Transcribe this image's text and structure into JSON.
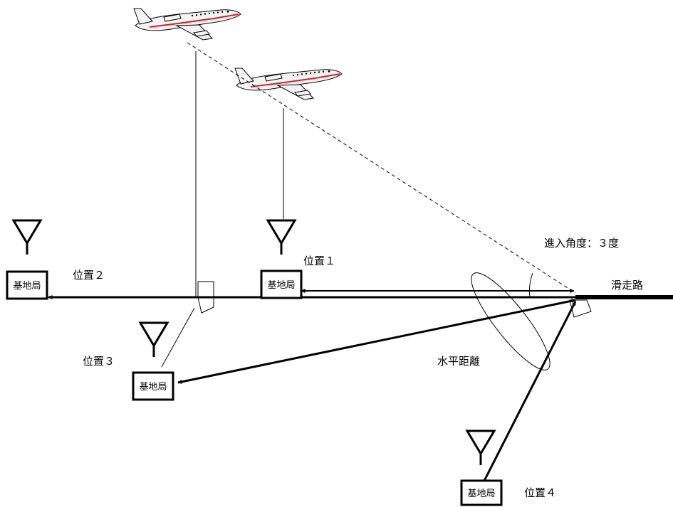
{
  "labels": {
    "position1": "位置１",
    "position2": "位置２",
    "position3": "位置３",
    "position4": "位置４",
    "approach_angle": "進入角度：３度",
    "runway": "滑走路",
    "horizontal_distance": "水平距離"
  },
  "base_station_label": "基地局",
  "base_stations": [
    {
      "id": "position-2",
      "label": "基地局"
    },
    {
      "id": "position-1",
      "label": "基地局"
    },
    {
      "id": "position-3",
      "label": "基地局"
    },
    {
      "id": "position-4",
      "label": "基地局"
    }
  ],
  "colors": {
    "line": "#000000",
    "aircraft_body": "#f4f4f4",
    "aircraft_stripe": "#d22222"
  }
}
